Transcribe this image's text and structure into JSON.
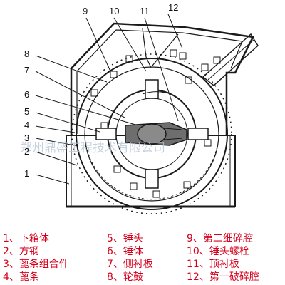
{
  "callout_numbers": [
    "1",
    "2",
    "3",
    "4",
    "5",
    "6",
    "7",
    "8",
    "9",
    "10",
    "11",
    "12"
  ],
  "watermark_text": "郑州鼎盛工程技术有限公司",
  "legend": [
    "1、下箱体",
    "2、方钢",
    "3、蓖条组合件",
    "4、蓖条",
    "5、锤头",
    "6、锤体",
    "7、侧衬板",
    "8、轮鼓",
    "9、第二细碎腔",
    "10、锤头螺栓",
    "11、顶衬板",
    "12、第一破碎腔"
  ],
  "colors": {
    "legend_text": "#d6001c",
    "line": "#1a1a1a",
    "rotor_fill": "#6e6e6e",
    "watermark": "#b9c6d6"
  }
}
